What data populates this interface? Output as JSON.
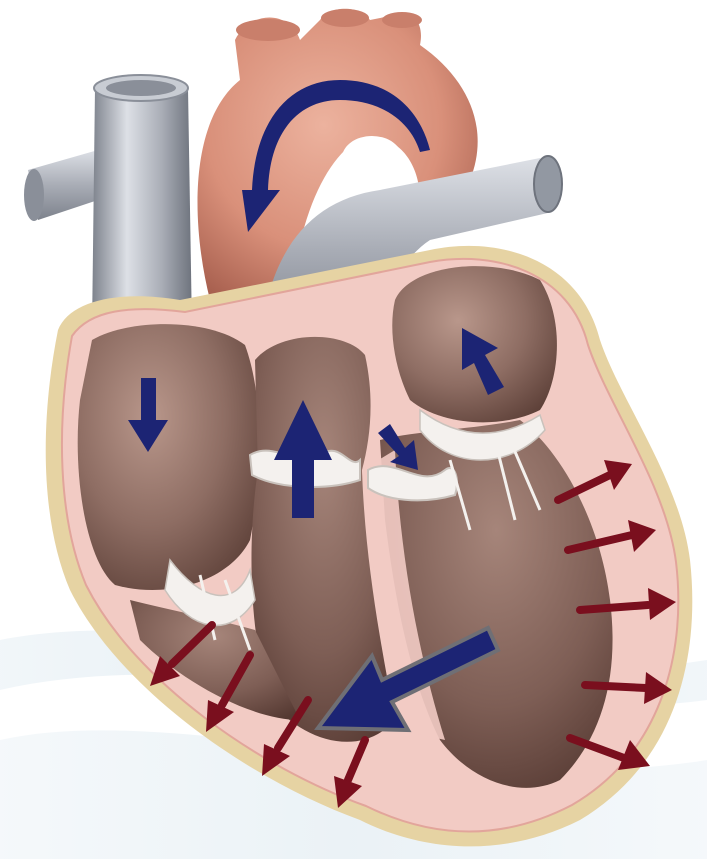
{
  "colors": {
    "background": "#ffffff",
    "background_swoosh": "#dfeaf1",
    "vessel_gray": "#a9adb6",
    "vessel_gray_light": "#dde0e6",
    "vessel_gray_dark": "#7d828c",
    "aorta_salmon": "#d9907a",
    "aorta_dark": "#a8604f",
    "epicardium_fat": "#e6d3a3",
    "myocardium_pink": "#f2cbc4",
    "myocardium_line": "#e2a59b",
    "chamber_brown": "#8e6d63",
    "chamber_dark": "#5e4139",
    "chamber_light": "#b9978b",
    "valve_white": "#f4f1ee",
    "flow_arrow_navy": "#1c2474",
    "contraction_arrow_maroon": "#7a0f1e"
  },
  "icons": {
    "blue_flow_arrows": [
      "aortic-arch-curved-arrow",
      "right-atrium-down-arrow",
      "pulmonary-outflow-up-arrow",
      "left-atrium-up-arrow",
      "mitral-inflow-arrow",
      "septum-large-arrow"
    ],
    "red_arrows": [
      "wall-outward-arrows"
    ]
  }
}
